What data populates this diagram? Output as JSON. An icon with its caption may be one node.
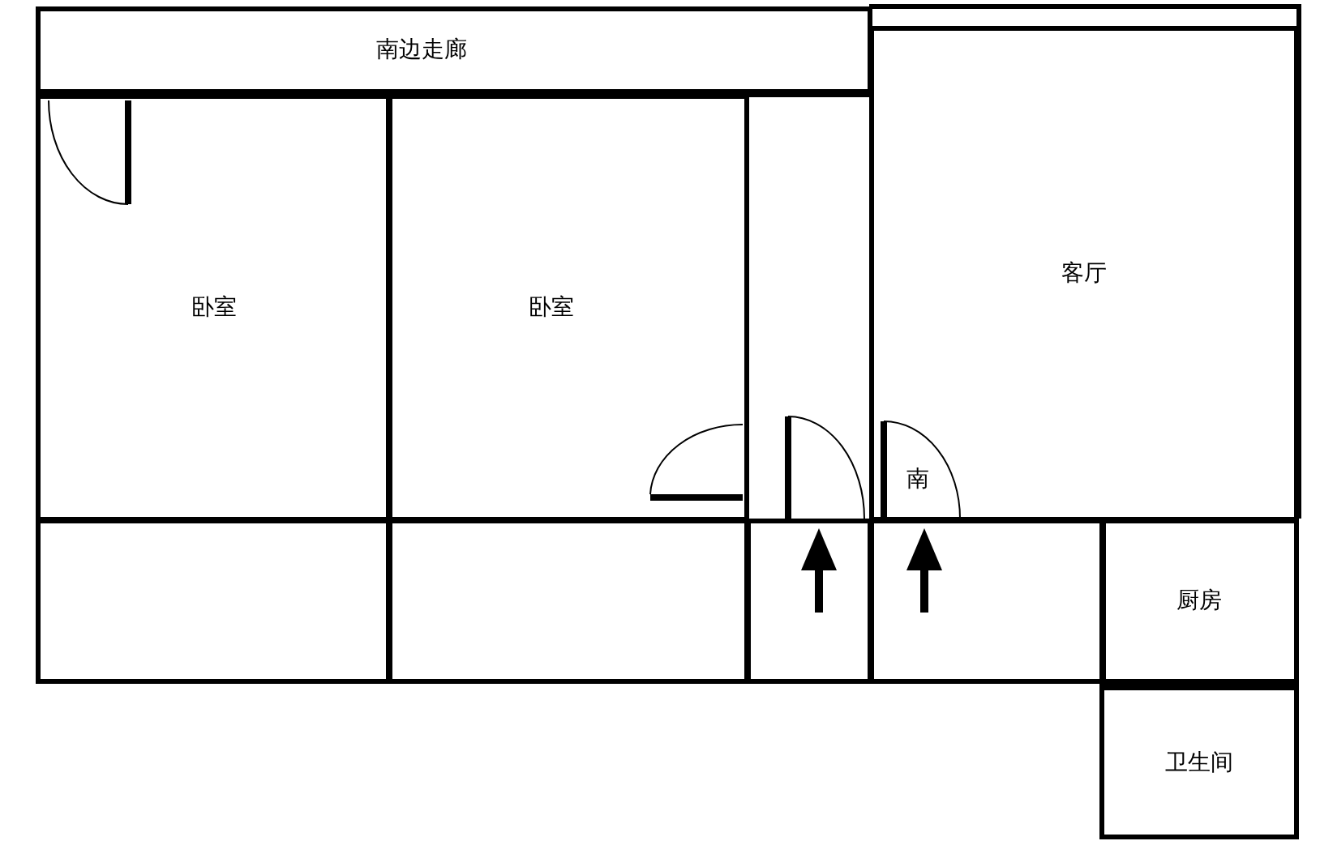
{
  "diagram": {
    "nodes": [
      {
        "text": [
          "南边走廊"
        ]
      },
      {
        "text": [
          "卧室"
        ]
      },
      {
        "text": [
          "卧室"
        ]
      },
      {
        "text": [
          "客厅"
        ]
      },
      {
        "text": [],
        "shape": "box"
      },
      {
        "text": [],
        "shape": "box"
      },
      {
        "text": [],
        "shape": "box"
      },
      {
        "text": [],
        "shape": "box"
      },
      {
        "text": [
          "厨房"
        ]
      },
      {
        "text": [
          "卫生间"
        ]
      }
    ],
    "labels": [
      "南"
    ]
  }
}
